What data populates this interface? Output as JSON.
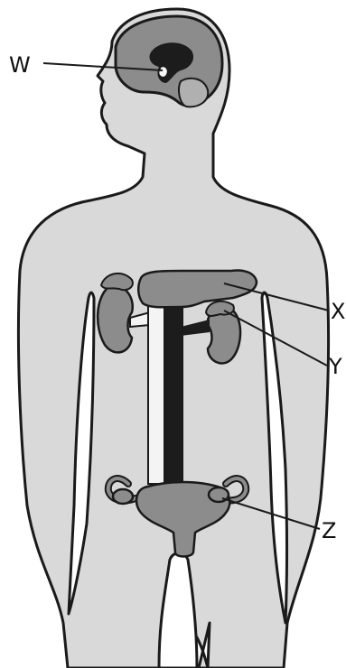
{
  "labels": {
    "w": "W",
    "x": "X",
    "y": "Y",
    "z": "Z"
  },
  "colors": {
    "outline": "#1a1a1a",
    "body_fill": "#d9d9d9",
    "organ_fill": "#8c8c8c",
    "dark_fill": "#1c1c1c",
    "light_fill": "#f4f4f4"
  }
}
